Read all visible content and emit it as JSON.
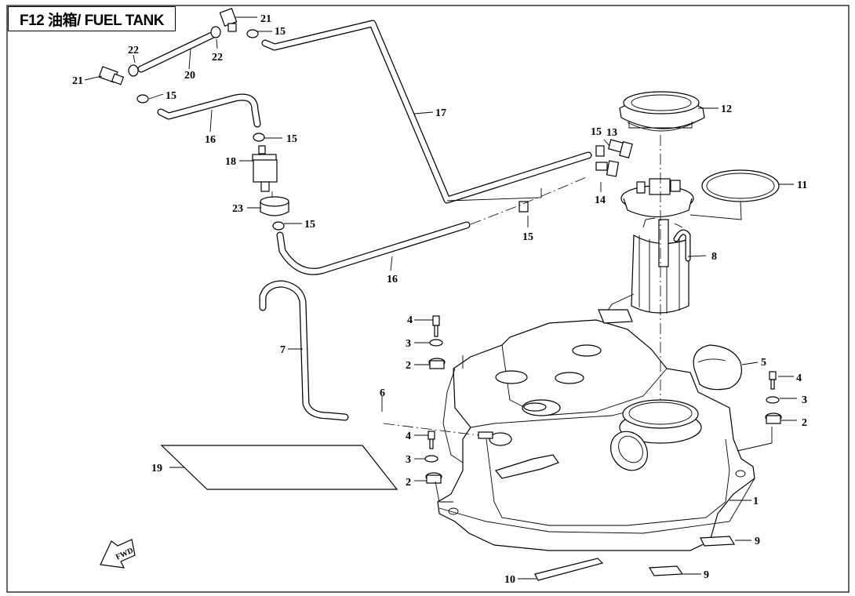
{
  "title": "F12 油箱/ FUEL TANK",
  "fwd_mark": "FWD",
  "callouts": [
    "1",
    "2",
    "2",
    "2",
    "3",
    "3",
    "3",
    "4",
    "4",
    "4",
    "5",
    "6",
    "7",
    "8",
    "9",
    "9",
    "10",
    "11",
    "12",
    "13",
    "14",
    "15",
    "15",
    "15",
    "15",
    "15",
    "15",
    "16",
    "16",
    "17",
    "18",
    "19",
    "20",
    "21",
    "21",
    "22",
    "22",
    "23"
  ]
}
